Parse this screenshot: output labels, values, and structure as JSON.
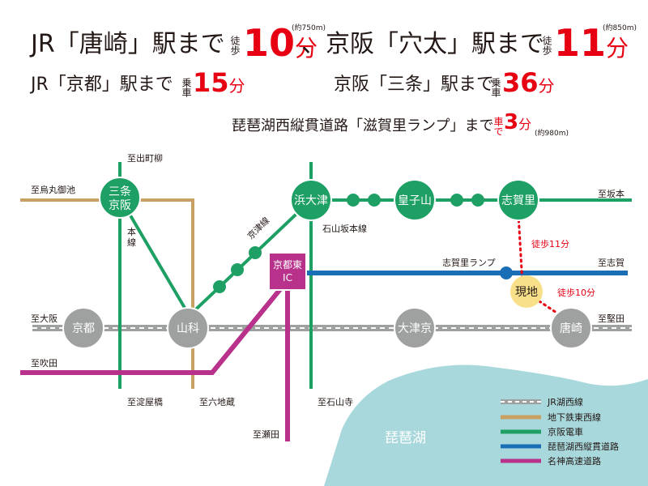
{
  "header": {
    "line1_a": "JR「唐崎」駅まで",
    "walk": "徒歩",
    "karasaki_min": "10",
    "karasaki_dist": "(約750m)",
    "line1_b": "、京阪「穴太」駅まで",
    "ano_min": "11",
    "ano_dist": "(約850m)",
    "min_unit": "分",
    "line2_a": "JR「京都」駅まで",
    "train": "乗車",
    "kyoto_min": "15",
    "line2_b": "京阪「三条」駅まで",
    "sanjo_min": "36",
    "line3": "琵琶湖西縦貫道路「滋賀里ランプ」まで",
    "car": "車で",
    "ramp_min": "3",
    "ramp_dist": "(約980m)"
  },
  "map": {
    "labels": {
      "to_demachiyanagi": "至出町柳",
      "to_karasuma_oike": "至烏丸御池",
      "honsen": "本線",
      "keishin_sen": "京津線",
      "ishiyama_sakamoto_sen": "石山坂本線",
      "to_sakamoto": "至坂本",
      "to_osaka": "至大阪",
      "to_katata": "至堅田",
      "to_fukita": "至吹田",
      "to_yodoyabashi": "至淀屋橋",
      "to_rokujizo": "至六地蔵",
      "to_ishiyamadera": "至石山寺",
      "to_seta": "至瀬田",
      "shigasato_ramp": "志賀里ランプ",
      "to_shiga": "至志賀",
      "walk11": "徒歩11分",
      "walk10": "徒歩10分",
      "lake": "琵琶湖"
    },
    "stations": {
      "sanjo_keihan": "三条\n京阪",
      "hamaotsu": "浜大津",
      "ojiyama": "皇子山",
      "shigasato": "志賀里",
      "kyoto": "京都",
      "yamashina": "山科",
      "otsukyo": "大津京",
      "karasaki": "唐崎",
      "kyoto_higashi_ic": "京都東\nIC",
      "site": "現地"
    },
    "legend": [
      {
        "label": "JR湖西線",
        "color": "#9fa0a0"
      },
      {
        "label": "地下鉄東西線",
        "color": "#c9a063"
      },
      {
        "label": "京阪電車",
        "color": "#1ea065"
      },
      {
        "label": "琵琶湖西縦貫道路",
        "color": "#1a6eb6"
      },
      {
        "label": "名神高速道路",
        "color": "#b8318a"
      }
    ],
    "colors": {
      "jr": "#9fa0a0",
      "subway": "#c9a063",
      "keihan": "#1ea065",
      "bypass": "#1a6eb6",
      "meishin": "#b8318a",
      "lake": "#a8d8dc",
      "accent_red": "#e60012",
      "site_yellow": "#f8e08a"
    }
  }
}
